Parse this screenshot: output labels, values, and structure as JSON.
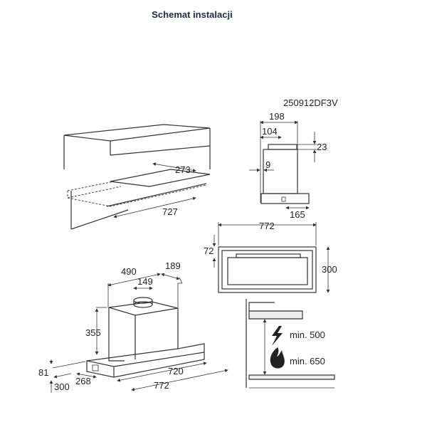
{
  "header": {
    "title": "Schemat instalacji"
  },
  "model": "250912DF3V",
  "cabinet_view": {
    "depth": "273",
    "width": "727"
  },
  "side_view": {
    "width": "198",
    "outlet_offset": "104",
    "outlet_height": "23",
    "wall_gap": "9",
    "front_depth": "165"
  },
  "bottom_view": {
    "width": "772",
    "depth_offset": "72",
    "depth": "300"
  },
  "clearance": {
    "electric_label": "min. 500",
    "gas_label": "min. 650",
    "electric_icon": "lightning-icon",
    "gas_icon": "flame-icon"
  },
  "perspective_view": {
    "body_width": "490",
    "body_depth": "189",
    "outlet_diameter": "149",
    "body_height": "355",
    "front_height": "81",
    "depth_total": "300",
    "depth_front": "268",
    "inner_width": "720",
    "outer_width": "772"
  }
}
